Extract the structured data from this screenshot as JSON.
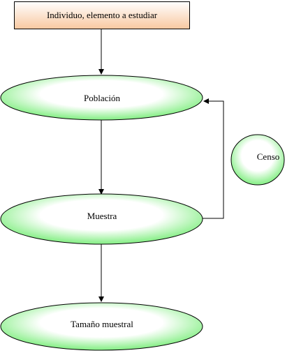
{
  "diagram": {
    "nodes": {
      "individuo": {
        "label": "Individuo, elemento a estudiar",
        "shape": "rectangle"
      },
      "poblacion": {
        "label": "Población",
        "shape": "ellipse"
      },
      "censo": {
        "label": "Censo",
        "shape": "ellipse"
      },
      "muestra": {
        "label": "Muestra",
        "shape": "ellipse"
      },
      "tamano": {
        "label": "Tamaño muestral",
        "shape": "ellipse"
      }
    },
    "edges": [
      {
        "from": "individuo",
        "to": "poblacion"
      },
      {
        "from": "poblacion",
        "to": "muestra"
      },
      {
        "from": "muestra",
        "to": "tamano"
      },
      {
        "from": "muestra",
        "to": "poblacion"
      }
    ]
  },
  "colors": {
    "rect_fill_top": "#ffffff",
    "rect_fill_bottom": "#f8c8a0",
    "ellipse_fill_center": "#ffffff",
    "ellipse_fill_edge": "#8ff08f",
    "stroke": "#000000"
  }
}
